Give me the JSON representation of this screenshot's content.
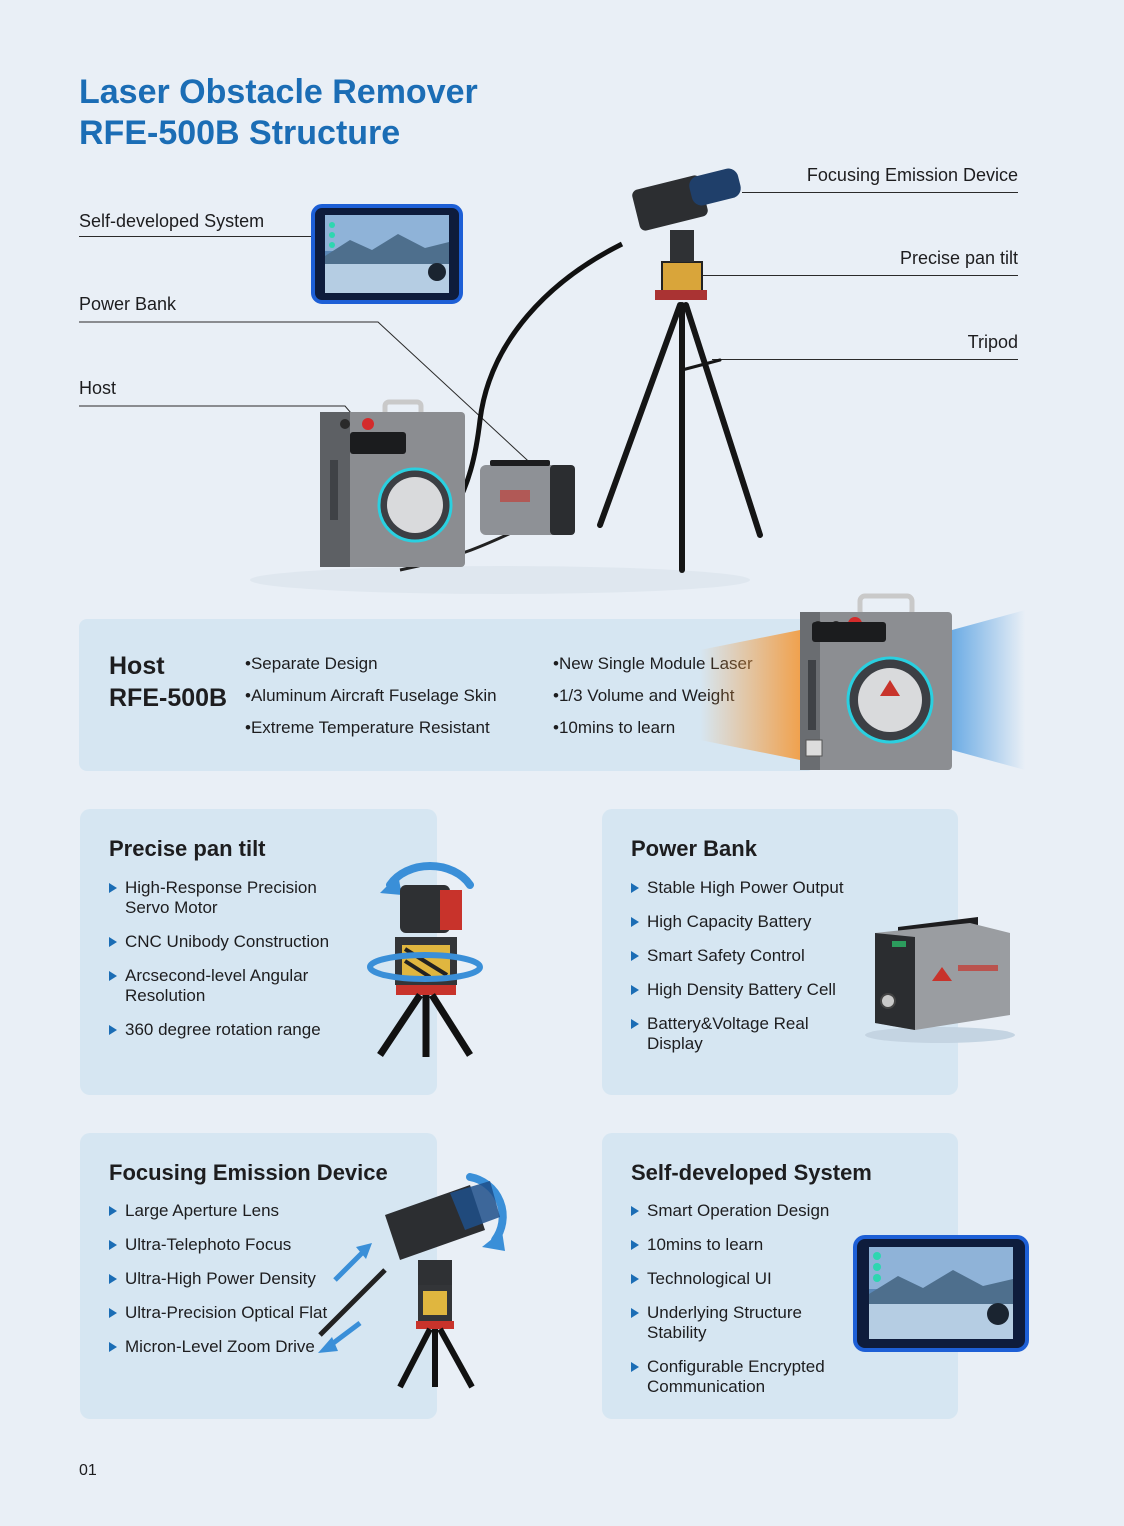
{
  "title": {
    "line1": "Laser Obstacle Remover",
    "line2": "RFE-500B Structure"
  },
  "callouts": {
    "self_developed_system": "Self-developed System",
    "power_bank": "Power Bank",
    "host": "Host",
    "focusing_emission_device": "Focusing  Emission Device",
    "precise_pan_tilt": "Precise pan tilt",
    "tripod": "Tripod"
  },
  "host_banner": {
    "title_line1": "Host",
    "title_line2": "RFE-500B",
    "features_col1": [
      "•Separate Design",
      "•Aluminum Aircraft Fuselage Skin",
      "•Extreme Temperature Resistant"
    ],
    "features_col2": [
      "•New Single Module Laser",
      "•1/3 Volume and Weight",
      "•10mins to learn"
    ]
  },
  "cards": {
    "pan_tilt": {
      "title": "Precise pan tilt",
      "items": [
        "High-Response Precision Servo Motor",
        "CNC Unibody Construction",
        "Arcsecond-level Angular Resolution",
        "360 degree rotation range"
      ]
    },
    "power_bank": {
      "title": "Power Bank",
      "items": [
        "Stable High Power Output",
        "High Capacity Battery",
        "Smart Safety Control",
        "High Density Battery Cell",
        "Battery&Voltage Real Display"
      ]
    },
    "focusing": {
      "title": "Focusing  Emission Device",
      "items": [
        "Large Aperture Lens",
        "Ultra-Telephoto Focus",
        "Ultra-High Power Density",
        "Ultra-Precision Optical Flat",
        "Micron-Level Zoom Drive"
      ]
    },
    "system": {
      "title": "Self-developed System",
      "items": [
        "Smart Operation Design",
        "10mins to learn",
        "Technological UI",
        "Underlying Structure Stability",
        "Configurable Encrypted Communication"
      ]
    }
  },
  "page_number": "01",
  "colors": {
    "accent": "#1b6db5",
    "background": "#e9eff6",
    "card": "#d6e6f2",
    "brand_red": "#c8332b"
  }
}
